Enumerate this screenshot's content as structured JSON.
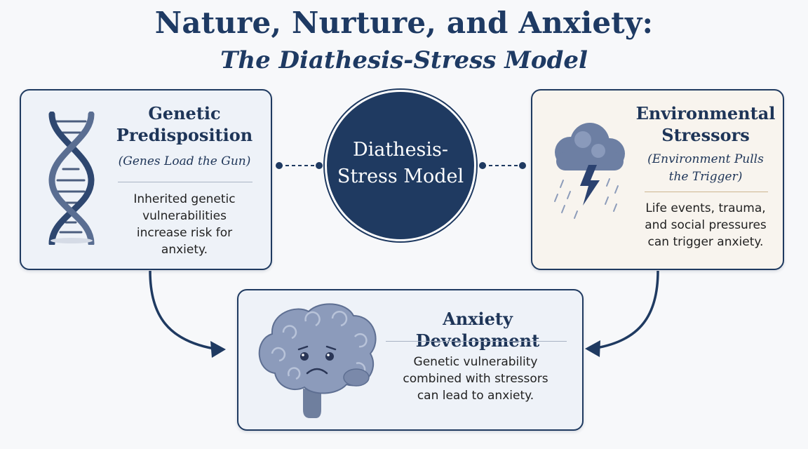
{
  "title": "Nature, Nurture, and Anxiety:",
  "subtitle": "The Diathesis-Stress Model",
  "center": {
    "line1": "Diathesis-",
    "line2": "Stress Model"
  },
  "genetic": {
    "title_line1": "Genetic",
    "title_line2": "Predisposition",
    "tagline": "(Genes Load the Gun)",
    "desc_line1": "Inherited genetic",
    "desc_line2": "vulnerabilities",
    "desc_line3": "increase risk for",
    "desc_line4": "anxiety."
  },
  "environment": {
    "title_line1": "Environmental",
    "title_line2": "Stressors",
    "tagline_line1": "(Environment Pulls",
    "tagline_line2": "the Trigger)",
    "desc_line1": "Life events, trauma,",
    "desc_line2": "and social pressures",
    "desc_line3": "can trigger anxiety."
  },
  "anxiety": {
    "title": "Anxiety Development",
    "desc_line1": "Genetic vulnerability",
    "desc_line2": "combined with stressors",
    "desc_line3": "can lead to anxiety."
  },
  "colors": {
    "navy": "#1f3a61",
    "card_blue": "#eef2f8",
    "card_warm": "#f8f4ee"
  },
  "icons": [
    "dna-icon",
    "storm-cloud-icon",
    "worried-brain-icon"
  ]
}
